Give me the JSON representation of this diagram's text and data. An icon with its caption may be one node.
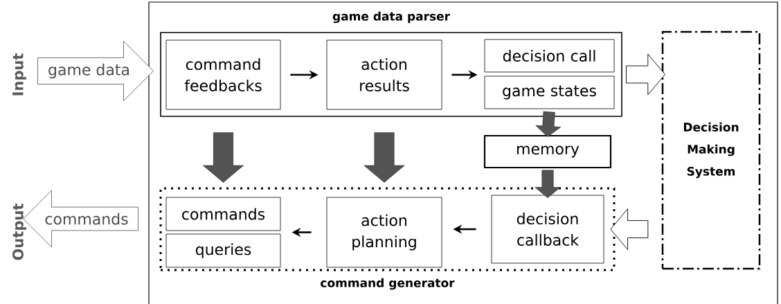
{
  "diagram": {
    "nodes": [
      {
        "text": [
          "game data parser"
        ]
      },
      {
        "text": [
          "command feedbacks"
        ],
        "in": 0
      },
      {
        "text": [
          "action results"
        ],
        "in": 0
      },
      {
        "text": [
          "decision call"
        ],
        "in": 0
      },
      {
        "text": [
          "game states"
        ],
        "in": 0
      },
      {
        "text": [
          "memory"
        ]
      },
      {
        "text": [
          "command generator"
        ]
      },
      {
        "text": [
          "commands"
        ],
        "in": 6
      },
      {
        "text": [
          "queries"
        ],
        "in": 6
      },
      {
        "text": [
          "action planning"
        ],
        "in": 6
      },
      {
        "text": [
          "decision callback"
        ],
        "in": 6
      },
      {
        "text": [
          "Decision Making System"
        ]
      },
      {
        "text": [
          "game data"
        ]
      },
      {
        "text": [
          "commands"
        ]
      }
    ],
    "edges": [
      {
        "from": 1,
        "to": 2,
        "arrow": "to"
      },
      {
        "from": 2,
        "to": 3,
        "arrow": "to"
      },
      {
        "from": 10,
        "to": 9,
        "arrow": "to"
      },
      {
        "from": 9,
        "to": 7,
        "arrow": "to"
      },
      {
        "from": 0,
        "to": 11,
        "arrow": "to",
        "style": "thick"
      },
      {
        "from": 11,
        "to": 10,
        "arrow": "to",
        "style": "thick"
      },
      {
        "from": 1,
        "to": 7,
        "arrow": "to",
        "style": "thick",
        "color": "#1a1a1a"
      },
      {
        "from": 2,
        "to": 9,
        "arrow": "to",
        "style": "thick",
        "color": "#1a1a1a"
      },
      {
        "from": 4,
        "to": 5,
        "arrow": "to",
        "style": "thick",
        "color": "#1a1a1a"
      },
      {
        "from": 5,
        "to": 10,
        "arrow": "to",
        "style": "thick",
        "color": "#1a1a1a"
      }
    ],
    "labels": [
      "Input",
      "Output"
    ]
  }
}
